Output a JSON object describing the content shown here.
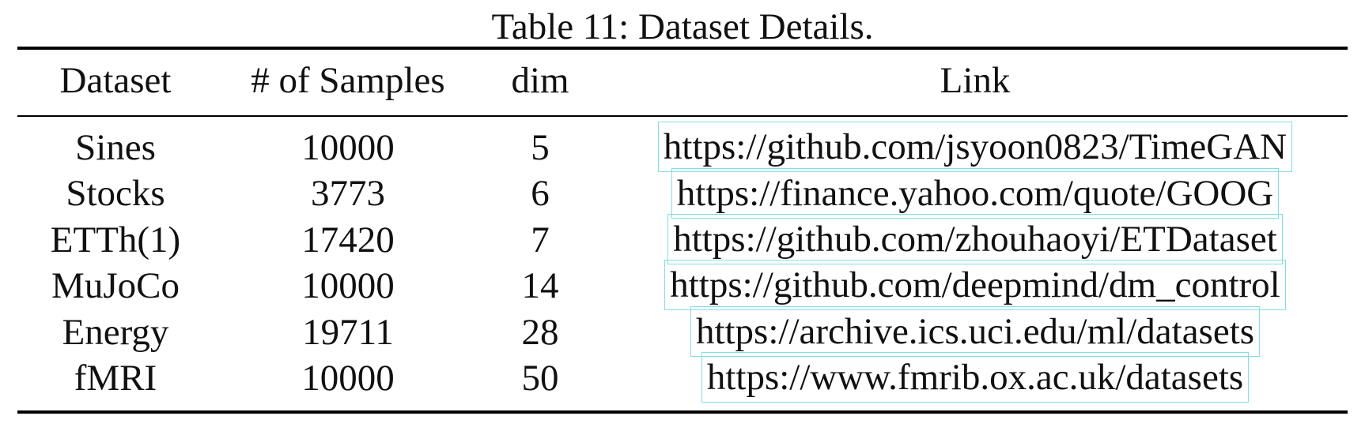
{
  "caption": "Table 11: Dataset Details.",
  "table": {
    "headers": [
      "Dataset",
      "# of Samples",
      "dim",
      "Link"
    ],
    "rows": [
      {
        "dataset": "Sines",
        "samples": "10000",
        "dim": "5",
        "link": "https://github.com/jsyoon0823/TimeGAN"
      },
      {
        "dataset": "Stocks",
        "samples": "3773",
        "dim": "6",
        "link": "https://finance.yahoo.com/quote/GOOG"
      },
      {
        "dataset": "ETTh(1)",
        "samples": "17420",
        "dim": "7",
        "link": "https://github.com/zhouhaoyi/ETDataset"
      },
      {
        "dataset": "MuJoCo",
        "samples": "10000",
        "dim": "14",
        "link": "https://github.com/deepmind/dm_control"
      },
      {
        "dataset": "Energy",
        "samples": "19711",
        "dim": "28",
        "link": "https://archive.ics.uci.edu/ml/datasets"
      },
      {
        "dataset": "fMRI",
        "samples": "10000",
        "dim": "50",
        "link": "https://www.fmrib.ox.ac.uk/datasets"
      }
    ]
  },
  "colors": {
    "link_border": "#7fdfe5",
    "rule": "#000000"
  }
}
